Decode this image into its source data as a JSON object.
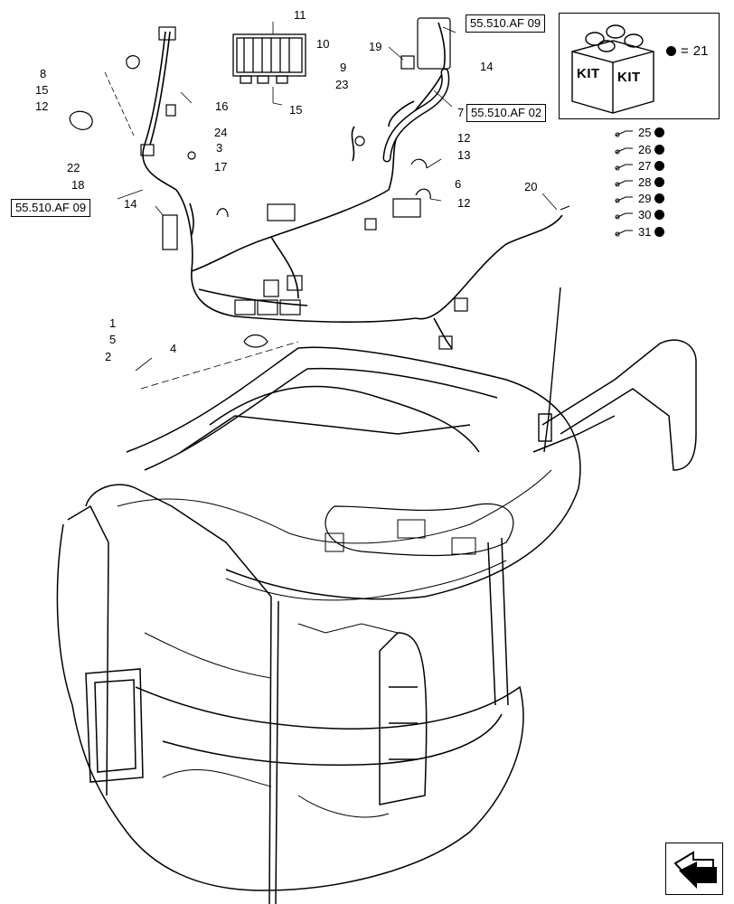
{
  "callouts": {
    "c11": "11",
    "c10": "10",
    "c19": "19",
    "c14a": "14",
    "c8": "8",
    "c15a": "15",
    "c12a": "12",
    "c16": "16",
    "c15b": "15",
    "c9": "9",
    "c23": "23",
    "c7": "7",
    "c24": "24",
    "c3": "3",
    "c17": "17",
    "c22": "22",
    "c18": "18",
    "c12b": "12",
    "c13": "13",
    "c6": "6",
    "c12c": "12",
    "c14b": "14",
    "c20": "20",
    "c1": "1",
    "c5": "5",
    "c2": "2",
    "c4": "4"
  },
  "refs": {
    "ref_top_right": "55.510.AF 09",
    "ref_mid_right": "55.510.AF 02",
    "ref_left": "55.510.AF 09"
  },
  "kit": {
    "label_left": "KIT",
    "label_right": "KIT",
    "equals": "=",
    "kit_number": "21",
    "items": [
      "25",
      "26",
      "27",
      "28",
      "29",
      "30",
      "31"
    ]
  }
}
